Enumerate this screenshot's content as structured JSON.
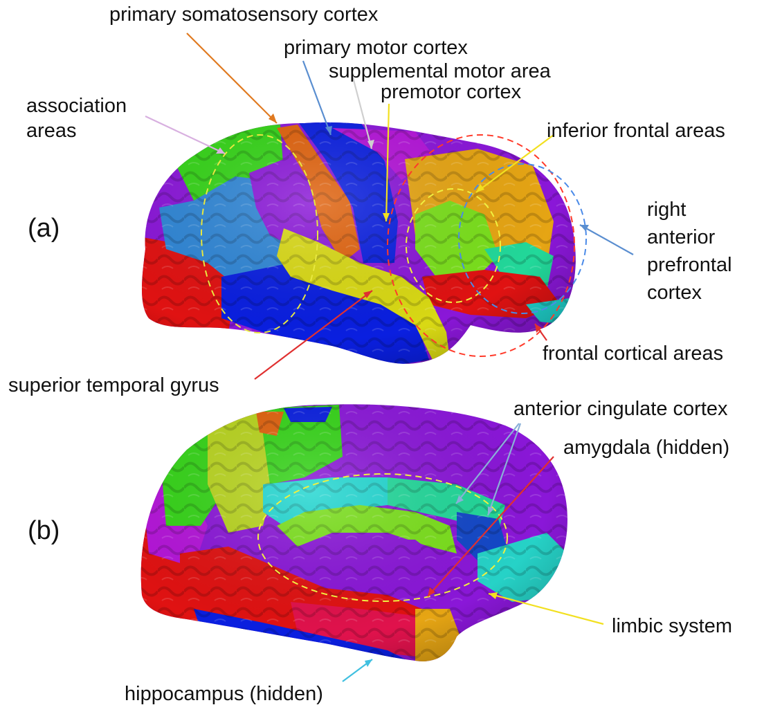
{
  "panels": {
    "a": "(a)",
    "b": "(b)"
  },
  "labels_a": {
    "primary_somatosensory": "primary somatosensory cortex",
    "primary_motor": "primary motor cortex",
    "supplemental_motor": "supplemental motor area",
    "premotor": "premotor cortex",
    "association_1": "association",
    "association_2": "areas",
    "inferior_frontal": "inferior frontal areas",
    "right_anterior_prefrontal_1": "right",
    "right_anterior_prefrontal_2": "anterior",
    "right_anterior_prefrontal_3": "prefrontal",
    "right_anterior_prefrontal_4": "cortex",
    "frontal_cortical": "frontal cortical areas",
    "superior_temporal": "superior temporal gyrus"
  },
  "labels_b": {
    "anterior_cingulate": "anterior cingulate cortex",
    "amygdala": "amygdala (hidden)",
    "limbic": "limbic system",
    "hippocampus": "hippocampus (hidden)"
  },
  "colors": {
    "purple": "#8a17d8",
    "magenta": "#b415d8",
    "blue": "#0a1fe0",
    "royal_blue": "#1448c8",
    "steel_blue": "#2f86d6",
    "orange": "#e0620d",
    "gold": "#e6a514",
    "green": "#35d418",
    "lime": "#7be01c",
    "yellow": "#d9d914",
    "olive_yellow": "#b8d41e",
    "red": "#e01212",
    "crimson": "#e0124c",
    "cyan": "#1fd6d0",
    "aqua": "#26d2c7",
    "sea_green": "#22d89a"
  }
}
